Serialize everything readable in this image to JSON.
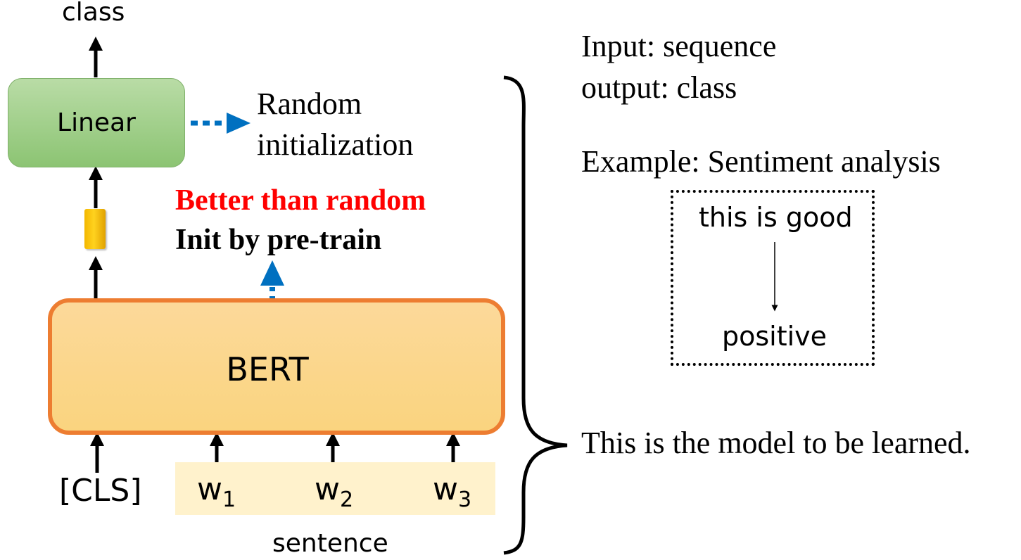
{
  "output_label": "class",
  "linear_label": "Linear",
  "random_init": {
    "line1": "Random",
    "line2": "initialization"
  },
  "better": {
    "line1": "Better than random",
    "line2": "Init by pre-train"
  },
  "bert_label": "BERT",
  "tokens": {
    "cls": "[CLS]",
    "w1": {
      "base": "w",
      "sub": "1"
    },
    "w2": {
      "base": "w",
      "sub": "2"
    },
    "w3": {
      "base": "w",
      "sub": "3"
    }
  },
  "sentence_label": "sentence",
  "task": {
    "input": "Input:  sequence",
    "output": "output: class",
    "example": "Example: Sentiment analysis",
    "example_input": "this is good",
    "example_output": "positive"
  },
  "note": "This is the model to be learned.",
  "colors": {
    "dashed_arrow": "#0070c0",
    "highlight_text": "#ff0000",
    "bert_border": "#ed7d31",
    "linear_fill": "#a9d18e",
    "sentence_bg": "#fff2cc",
    "cls_vector": "#ffc000"
  }
}
